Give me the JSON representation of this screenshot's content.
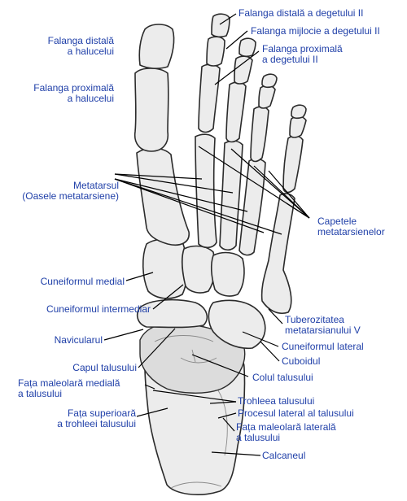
{
  "labels": {
    "falanga_distala_deg2": "Falanga distală a degetului II",
    "falanga_mijlocie_deg2": "Falanga mijlocie a degetului II",
    "falanga_proximala_deg2_l1": "Falanga proximală",
    "falanga_proximala_deg2_l2": "a degetului II",
    "falanga_distala_haluce_l1": "Falanga distală",
    "falanga_distala_haluce_l2": "a halucelui",
    "falanga_proximala_haluce_l1": "Falanga proximală",
    "falanga_proximala_haluce_l2": "a halucelui",
    "metatarsul_l1": "Metatarsul",
    "metatarsul_l2": "(Oasele metatarsiene)",
    "capetele_l1": "Capetele",
    "capetele_l2": "metatarsienelor",
    "cuneiformul_medial": "Cuneiformul medial",
    "cuneiformul_intermediar": "Cuneiformul intermediar",
    "tuberozitatea_l1": "Tuberozitatea",
    "tuberozitatea_l2": "metatarsianului V",
    "naviculatul": "Navicularul",
    "cuneiformul_lateral": "Cuneiformul lateral",
    "cuboidul": "Cuboidul",
    "capul_talusului": "Capul talusului",
    "colul_talusului": "Colul talusului",
    "fata_maleolara_mediala_l1": "Fața maleolară medială",
    "fata_maleolara_mediala_l2": "a talusului",
    "trohleea_talusului": "Trohleea talusului",
    "procesul_lateral": "Procesul lateral al talusului",
    "fata_superioara_l1": "Fața superioară",
    "fata_superioara_l2": "a trohleei talusului",
    "fata_maleolara_laterala_l1": "Fața maleolară laterală",
    "fata_maleolara_laterala_l2": "a talusului",
    "calcaneul": "Calcaneul"
  },
  "colors": {
    "label": "#1f3fa8",
    "bone_fill": "#ececec",
    "bone_stroke": "#2b2b2b",
    "leader": "#000000"
  }
}
